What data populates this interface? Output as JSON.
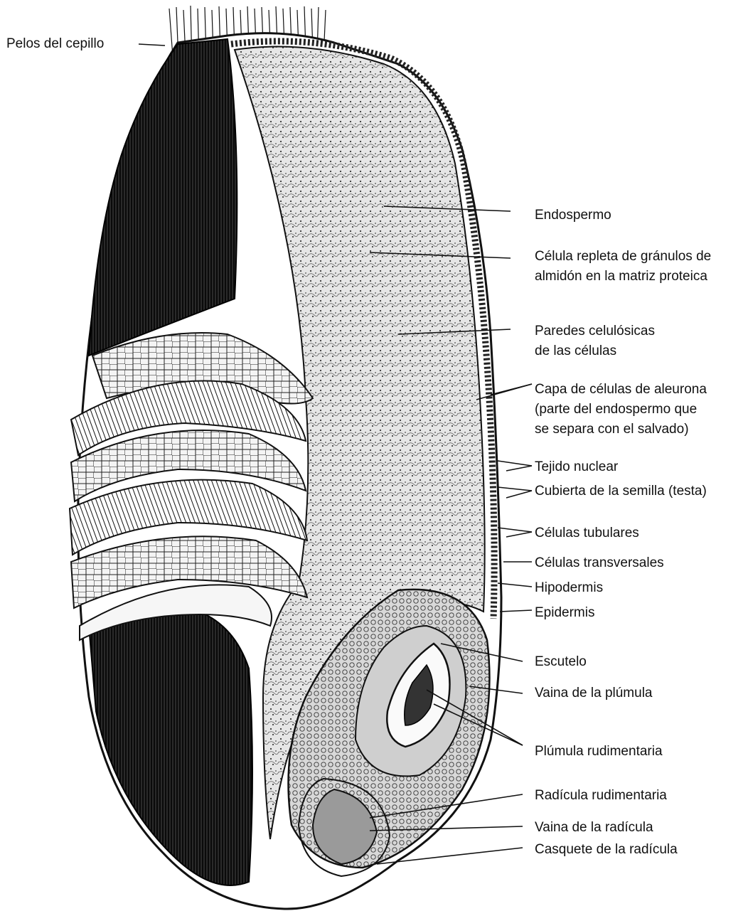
{
  "labels": {
    "pelos": "Pelos del cepillo",
    "endospermo": "Endospermo",
    "celula_line1": "Célula repleta de gránulos de",
    "celula_line2": "almidón en la matriz proteica",
    "paredes_line1": "Paredes celulósicas",
    "paredes_line2": "de las células",
    "capa_line1": "Capa de células de aleurona",
    "capa_line2": "(parte del endospermo que",
    "capa_line3": "se separa con el salvado)",
    "tejido": "Tejido nuclear",
    "cubierta": "Cubierta de la semilla (testa)",
    "tubulares": "Células tubulares",
    "transversales": "Células transversales",
    "hipodermis": "Hipodermis",
    "epidermis": "Epidermis",
    "escutelo": "Escutelo",
    "vaina_plumula": "Vaina de la plúmula",
    "plumula": "Plúmula rudimentaria",
    "radicula": "Radícula rudimentaria",
    "vaina_radicula": "Vaina de la radícula",
    "casquete": "Casquete de la radícula"
  },
  "colors": {
    "ink": "#111111",
    "paper": "#ffffff",
    "endosperm_fill": "#dcdcdc",
    "bran_dark": "#1e1e1e"
  }
}
